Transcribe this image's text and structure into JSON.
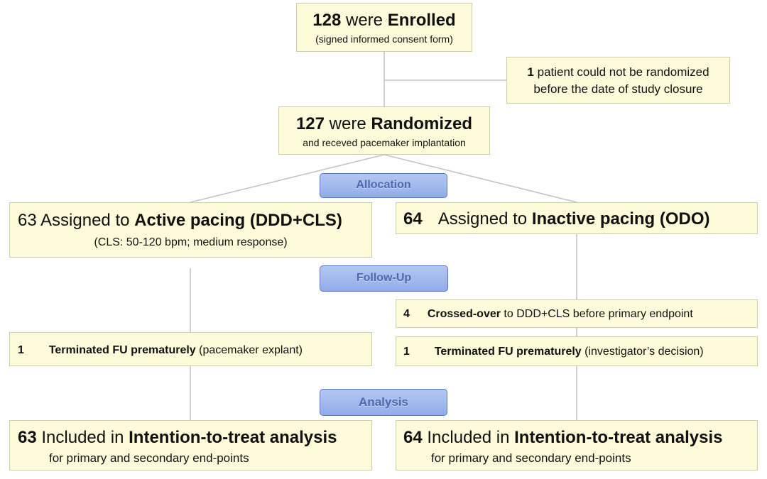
{
  "enrolled": {
    "count": "128",
    "verb": "were",
    "label": "Enrolled",
    "note": "(signed informed consent form)"
  },
  "excluded": {
    "count": "1",
    "text1": "patient could not be randomized",
    "text2": "before the date of study closure"
  },
  "randomized": {
    "count": "127",
    "verb": "were",
    "label": "Randomized",
    "note": "and receved pacemaker implantation"
  },
  "phases": {
    "allocation": "Allocation",
    "followup": "Follow-Up",
    "analysis": "Analysis"
  },
  "active_arm": {
    "count": "63",
    "prefix": "Assigned to",
    "label": "Active pacing (DDD+CLS)",
    "note": "(CLS: 50-120 bpm; medium response)",
    "terminated": {
      "count": "1",
      "label": "Terminated FU prematurely",
      "reason": "(pacemaker explant)"
    },
    "analysis": {
      "count": "63",
      "prefix": "Included in",
      "label": "Intention-to-treat analysis",
      "note": "for primary and secondary end-points"
    }
  },
  "inactive_arm": {
    "count": "64",
    "prefix": "Assigned to",
    "label": "Inactive pacing (ODO)",
    "crossover": {
      "count": "4",
      "label": "Crossed-over",
      "text": "to DDD+CLS before primary endpoint"
    },
    "terminated": {
      "count": "1",
      "label": "Terminated FU prematurely",
      "reason": "(investigator’s decision)"
    },
    "analysis": {
      "count": "64",
      "prefix": "Included in",
      "label": "Intention-to-treat analysis",
      "note": "for primary and secondary end-points"
    }
  },
  "colors": {
    "box_fill": "#fdfbd9",
    "box_border": "#cfcca8",
    "pill_fill": "#a3baee",
    "pill_border": "#5a78bd",
    "pill_text": "#4b67ae",
    "connector": "#c4c4c4"
  }
}
